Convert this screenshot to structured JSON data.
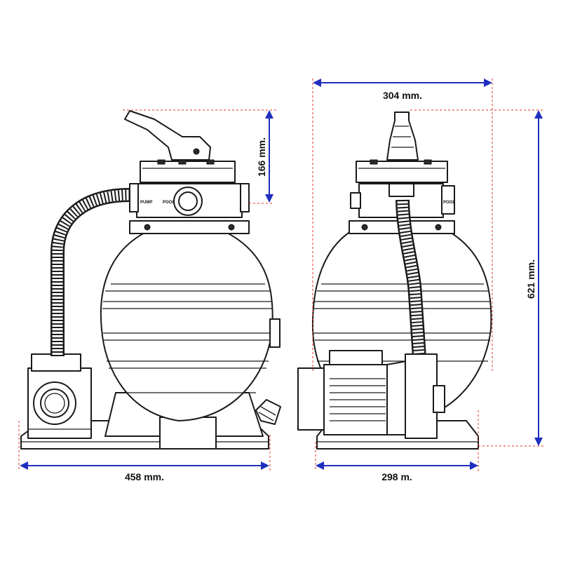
{
  "dimensions": {
    "width_left": "458 mm.",
    "height_valve": "166 mm.",
    "width_top_right": "304 mm.",
    "height_total": "621 mm.",
    "width_bottom_right": "298 m."
  },
  "colors": {
    "dimension_line": "#1f2fbf",
    "guide_line": "#e0342d",
    "outline": "#1a1a1a"
  }
}
